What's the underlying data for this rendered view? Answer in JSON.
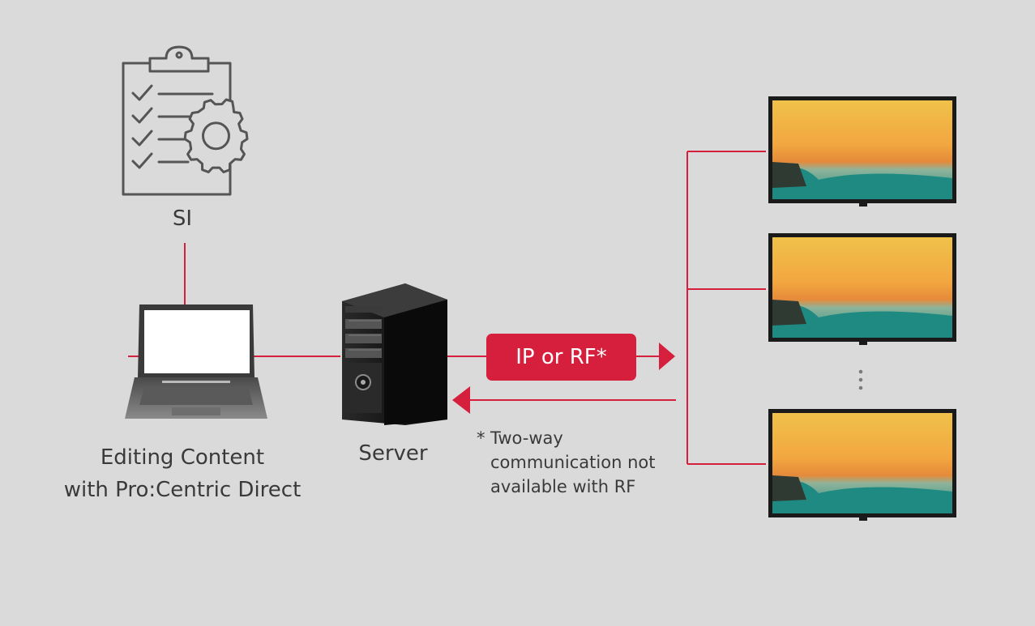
{
  "labels": {
    "si": "SI",
    "editing_line1": "Editing Content",
    "editing_line2": "with Pro:Centric Direct",
    "server": "Server",
    "protocol_badge": "IP or RF*",
    "note_star": "*",
    "note_line1": "Two-way",
    "note_line2": "communication not",
    "note_line3": "available with RF"
  },
  "icons": {
    "si": "clipboard-checklist-gear-icon",
    "laptop": "laptop-icon",
    "server": "server-tower-icon",
    "display": "tv-display-icon",
    "continuation": "vertical-ellipsis-icon"
  },
  "colors": {
    "background": "#dadada",
    "accent": "#d61f3c",
    "text": "#3a3a3a",
    "icon_stroke": "#555555"
  }
}
